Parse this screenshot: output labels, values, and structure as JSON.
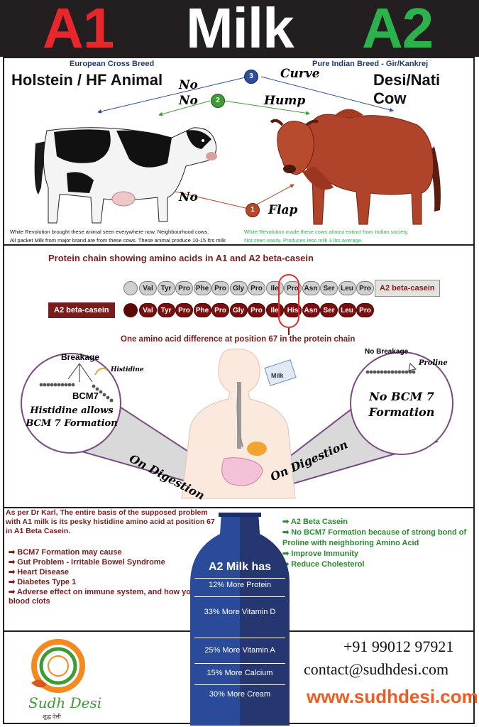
{
  "header": {
    "left": "A1",
    "center": "Milk",
    "right": "A2",
    "colors": {
      "left": "#e8262b",
      "center": "#ffffff",
      "right": "#2bb24c",
      "background": "#231f20"
    }
  },
  "breeds": {
    "left_subtitle": "European Cross Breed",
    "left_title": "Holstein / HF Animal",
    "right_subtitle": "Pure Indian Breed - Gir/Kankrej",
    "right_title": "Desi/Nati Cow",
    "labels": {
      "no_curve": "No",
      "no_hump": "No",
      "no_flap": "No",
      "curve": "Curve",
      "hump": "Hump",
      "flap": "Flap"
    },
    "badges": [
      "3",
      "2",
      "1"
    ],
    "left_caption_1": "White Revolution brought these animal seen everywhere now. Neighbourhood cows.",
    "left_caption_2": "All packet Milk from major brand are from these cows. These animal produce 10-15 ltrs milk",
    "right_caption_1": "White Revolution made these cows almost extinct from Indian society.",
    "right_caption_2": "Not seen easily. Produces less milk 3 ltrs average."
  },
  "protein": {
    "title": "Protein chain showing amino acids in A1 and A2 beta-casein",
    "top_chain": [
      "Val",
      "Tyr",
      "Pro",
      "Phe",
      "Pro",
      "Gly",
      "Pro",
      "Ile",
      "Pro",
      "Asn",
      "Ser",
      "Leu",
      "Pro"
    ],
    "top_label": "A2 beta-casein",
    "bottom_chain": [
      "Val",
      "Tyr",
      "Pro",
      "Phe",
      "Pro",
      "Gly",
      "Pro",
      "Ile",
      "His",
      "Asn",
      "Ser",
      "Leu",
      "Pro"
    ],
    "bottom_label": "A2 beta-casein",
    "difference_note": "One amino acid difference at position 67 in the protein chain"
  },
  "digestion": {
    "left_breakage": "Breakage",
    "left_histidine": "Histidine",
    "left_bcm7": "BCM7",
    "left_text": "Histidine allows BCM 7 Formation",
    "right_no_breakage": "No Breakage",
    "right_proline": "Proline",
    "right_text": "No BCM 7 Formation",
    "milk_label": "Milk",
    "on_digestion_left": "On Digestion",
    "on_digestion_right": "On Digestion"
  },
  "a1_problems": {
    "intro": "As per Dr Karl, The entire basis of the supposed problem with A1 milk is its pesky histidine amino acid at position 67 in A1 Beta Casein.",
    "items": [
      "BCM7 Formation may cause",
      "Gut Problem - Irritable Bowel Syndrome",
      "Heart Disease",
      "Diabetes Type 1",
      "Adverse effect on immune system, and how your blood clots"
    ]
  },
  "a2_benefits": {
    "items": [
      "A2 Beta Casein",
      "No BCM7 Formation because of strong bond of Proline with neighboring Amino Acid",
      "Improve Immunity",
      "Reduce Cholesterol"
    ]
  },
  "bottle": {
    "title": "A2 Milk has",
    "rows": [
      "12% More Protein",
      "33% More Vitamin D",
      "25% More Vitamin A",
      "15% More Calcium",
      "30% More Cream"
    ]
  },
  "contact": {
    "phone": "+91 99012 97921",
    "email": "contact@sudhdesi.com",
    "website": "www.sudhdesi.com",
    "brand": "Sudh Desi",
    "brand_tagline": "शुद्ध देसी"
  }
}
